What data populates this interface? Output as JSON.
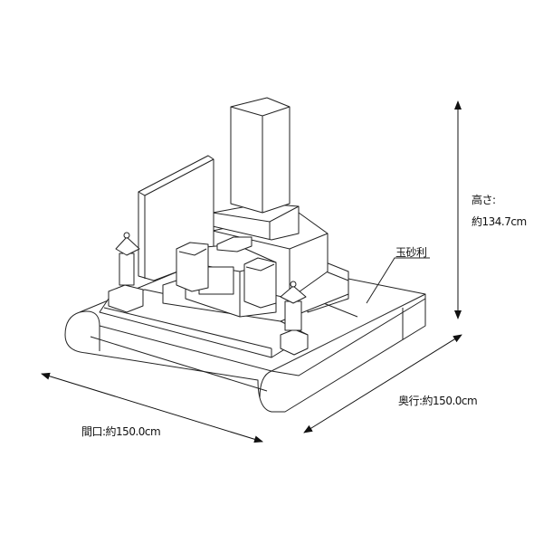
{
  "labels": {
    "height_title": "高さ:",
    "height_value": "約134.7cm",
    "gravel": "玉砂利",
    "depth": "奥行:約150.0cm",
    "width": "間口:約150.0cm"
  }
}
